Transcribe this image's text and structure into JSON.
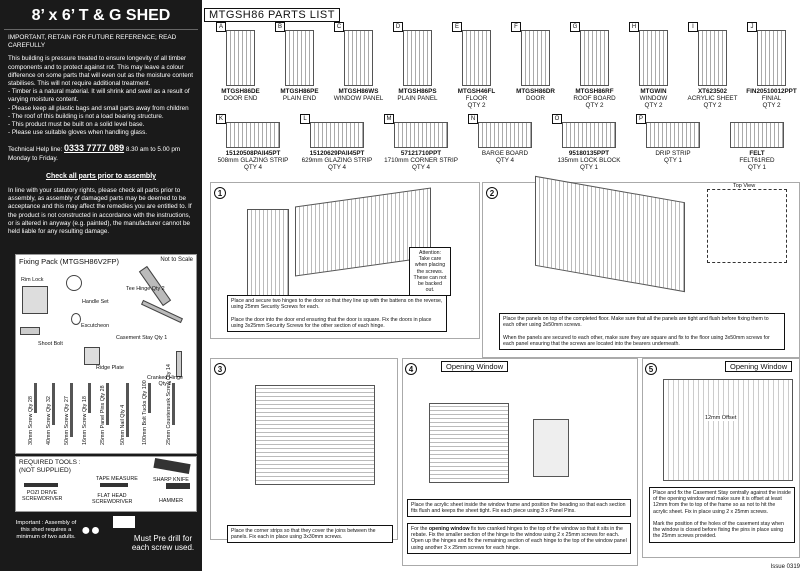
{
  "left": {
    "title": "8’ x 6’ T & G SHED",
    "important_line": "IMPORTANT, RETAIN FOR FUTURE REFERENCE; READ CAREFULLY",
    "body_lines": [
      "This building is pressure treated to ensure longevity of all timber components and to protect against rot. This may leave a colour difference on some parts that will even out as the moisture content stabilises. This will not require additional treatment.",
      "- Timber is a natural material. It will shrink and swell as a result of varying moisture content.",
      "- Please keep all plastic bags and small parts away from children",
      "- The roof of this building is not a load bearing structure.",
      "- This product must be built on a solid level base.",
      "- Please use suitable gloves when handling glass."
    ],
    "help_prefix": "Technical Help line:",
    "help_number": "0333 7777 089",
    "help_suffix": "8.30 am to 5.00 pm  Monday to Friday.",
    "check_parts": "Check all parts prior to assembly",
    "rights_text": "In line with your statutory rights, please check all parts prior to assembly, as assembly of damaged parts may be deemed to be acceptance and this may affect the remedies you are entitled to. If the product is not constructed in accordance with the instructions, or is altered in anyway (e.g. painted), the manufacturer cannot be held liable for any resulting damage."
  },
  "fixing": {
    "title": "Fixing Pack (MTGSH86V2FP)",
    "not_to_scale": "Not to Scale",
    "items": [
      "Rim Lock",
      "Handle Set",
      "Tee Hinge Qty 2",
      "Escutcheon",
      "Shoot Bolt",
      "Casement Stay Qty 1",
      "Ridge Plate",
      "Cranked Hinge Qty 2"
    ],
    "screws": [
      "30mm Screw Qty 28",
      "40mm Screw Qty 32",
      "50mm Screw Qty 27",
      "16mm Screw Qty 18",
      "25mm Panel Pins Qty 28",
      "50mm Nail Qty 4",
      "100mm Bolt Tucks Qty 100",
      "25mm Countersunk Screw Qty 14"
    ]
  },
  "tools": {
    "title": "REQUIRED TOOLS :",
    "subtitle": "(NOT SUPPLIED)",
    "list": [
      "TAPE MEASURE",
      "SHARP KNIFE",
      "POZI DRIVE SCREWDRIVER",
      "FLAT HEAD SCREWDRIVER",
      "HAMMER"
    ]
  },
  "important_box": {
    "text": "Important : Assembly of this shed requires a minimum of two adults.",
    "drill": "Must Pre drill for each screw used."
  },
  "parts_header": "MTGSH86 PARTS LIST",
  "parts_row1": [
    {
      "letter": "A",
      "code": "MTGSH86DE",
      "name": "DOOR END",
      "qty": ""
    },
    {
      "letter": "B",
      "code": "MTGSH86PE",
      "name": "PLAIN END",
      "qty": ""
    },
    {
      "letter": "C",
      "code": "MTGSH86WS",
      "name": "WINDOW PANEL",
      "qty": ""
    },
    {
      "letter": "D",
      "code": "MTGSH86PS",
      "name": "PLAIN PANEL",
      "qty": ""
    },
    {
      "letter": "E",
      "code": "MTGSH46FL",
      "name": "FLOOR",
      "qty": "QTY 2"
    },
    {
      "letter": "F",
      "code": "MTGSH86DR",
      "name": "DOOR",
      "qty": ""
    },
    {
      "letter": "G",
      "code": "MTGSH86RF",
      "name": "ROOF BOARD",
      "qty": "QTY 2"
    },
    {
      "letter": "H",
      "code": "MTGWIN",
      "name": "WINDOW",
      "qty": "QTY 2"
    },
    {
      "letter": "I",
      "code": "XT623502",
      "name": "ACRYLIC SHEET",
      "qty": "QTY 2"
    },
    {
      "letter": "J",
      "code": "FIN20510012PPT",
      "name": "FINIAL",
      "qty": "QTY 2"
    }
  ],
  "parts_row2": [
    {
      "letter": "K",
      "code": "15120508PAII45PT",
      "name": "508mm GLAZING STRIP",
      "qty": "QTY 4"
    },
    {
      "letter": "L",
      "code": "15120629PAII45PT",
      "name": "629mm GLAZING STRIP",
      "qty": "QTY 4"
    },
    {
      "letter": "M",
      "code": "57121710PPT",
      "name": "1710mm CORNER STRIP",
      "qty": "QTY 4"
    },
    {
      "letter": "N",
      "code": "",
      "name": "BARGE BOARD",
      "qty": "QTY 4"
    },
    {
      "letter": "O",
      "code": "95180135PPT",
      "name": "135mm LOCK BLOCK",
      "qty": "QTY 1"
    },
    {
      "letter": "P",
      "code": "",
      "name": "DRIP STRIP",
      "qty": "QTY 1"
    },
    {
      "letter": "",
      "code": "FELT",
      "name": "FELT61RED",
      "qty": "QTY 1"
    }
  ],
  "steps": {
    "s1": "Place and secure two hinges to the door so that they line up with the battens on the reverse, using 25mm Security Screws for each.\n\nPlace the door into the door end ensuring that the door is square. Fix the doors in place using 3x25mm Security Screws for the other section of each hinge.",
    "s1_attention": "Attention: Take care when placing the screws. These can not be backed out.",
    "s2": "Place the panels on top of the completed floor. Make sure that all the panels are tight and flush before fixing them to each other using 3x50mm screws.\n\nWhen the panels are secured to each other, make sure they are square and fix to the floor using 3x50mm screws for each panel ensuring that the screws are located into the bearers underneath.",
    "s2_top": "Top View",
    "s3": "Place the corner strips so that they cover the joins between the panels. Fix each in place using 3x30mm screws.",
    "s4_title": "Opening Window",
    "s4a": "Place the acrylic sheet inside the window frame and position the beading so that each section fits flush and keeps the sheet tight. Fix each piece using 3 x Panel Pins.",
    "s4b_pre": "For the ",
    "s4b_bold": "opening window",
    "s4b": " fix two cranked hinges to the top of the window so that it sits in the rebate. Fix the smaller section of the hinge to the window using 2 x 25mm screws for each. Open up the hinges and fix the remaining section of each hinge to the top of the window panel using another 3 x 25mm screws for each hinge.",
    "s5_title": "Opening Window",
    "s5_offset": "12mm Offset",
    "s5": "Place and fix the Casement Stay centrally against the inside of the opening window and make sure it is offset at least 12mm from the to top of the frame so as not to hit the acrylic sheet. Fix in place using 2 x 25mm screws.\n\nMark the position of the holes of the casement stay when the window is closed before fixing the pins in place using the 25mm screws provided."
  },
  "issue": "Issue 0319"
}
